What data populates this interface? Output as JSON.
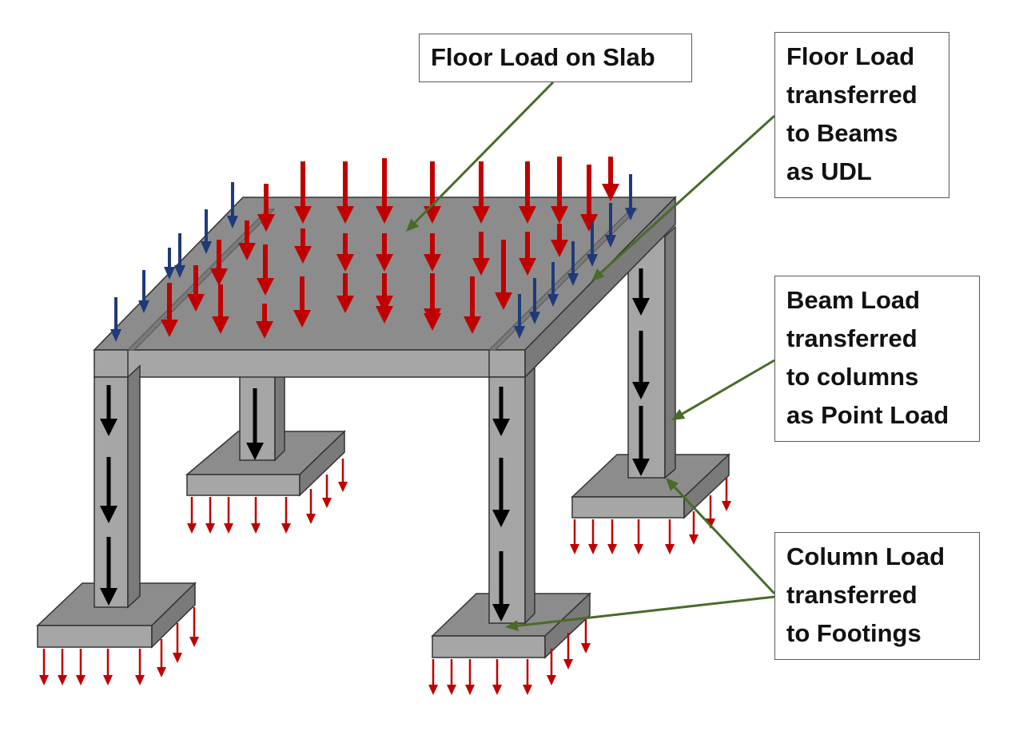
{
  "labels": {
    "floor_load": [
      "Floor Load on Slab"
    ],
    "beam_udl": [
      "Floor Load",
      "transferred",
      "to Beams",
      "as UDL"
    ],
    "column_point": [
      "Beam Load",
      "transferred",
      "to columns",
      "as Point Load"
    ],
    "footing": [
      "Column Load",
      "transferred",
      "to Footings"
    ]
  },
  "colors": {
    "slab_load_arrow": "#c00000",
    "beam_udl_arrow": "#1f3a7a",
    "column_arrow": "#000000",
    "soil_reaction_arrow": "#c00000",
    "leader_line": "#4a6a2a",
    "concrete_top": "#8c8c8c",
    "concrete_front": "#a6a6a6",
    "concrete_side": "#7a7a7a"
  },
  "icons": {
    "arrow": "down-arrow-icon"
  }
}
